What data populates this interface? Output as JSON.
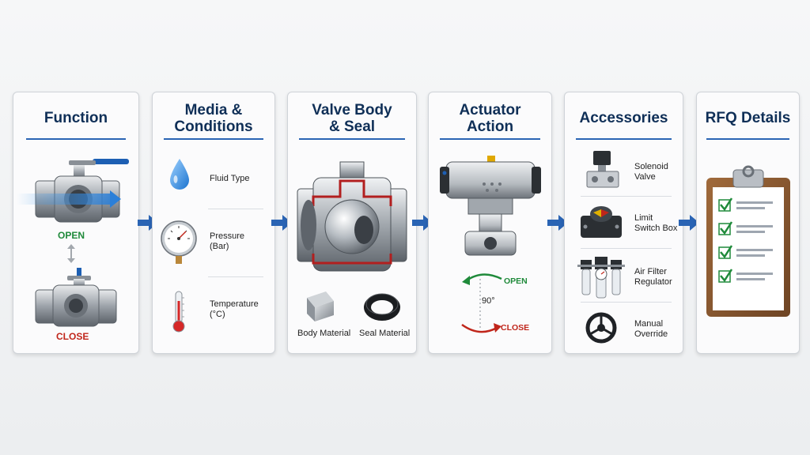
{
  "cards": {
    "function": {
      "title": "Function",
      "open_label": "OPEN",
      "close_label": "CLOSE"
    },
    "media": {
      "title": "Media &\nConditions",
      "items": [
        {
          "label": "Fluid Type",
          "icon": "water-drop-icon"
        },
        {
          "label": "Pressure\n(Bar)",
          "icon": "pressure-gauge-icon"
        },
        {
          "label": "Temperature\n(°C)",
          "icon": "thermometer-icon"
        }
      ]
    },
    "valve_body": {
      "title": "Valve Body\n& Seal",
      "body_label": "Body Material",
      "seal_label": "Seal Material"
    },
    "actuator": {
      "title": "Actuator\nAction",
      "open_label": "OPEN",
      "angle_label": "90°",
      "close_label": "CLOSE"
    },
    "accessories": {
      "title": "Accessories",
      "items": [
        {
          "label": "Solenoid\nValve",
          "icon": "solenoid-valve-icon"
        },
        {
          "label": "Limit\nSwitch Box",
          "icon": "limit-switch-box-icon"
        },
        {
          "label": "Air Filter\nRegulator",
          "icon": "air-filter-regulator-icon"
        },
        {
          "label": "Manual\nOverride",
          "icon": "handwheel-icon"
        }
      ]
    },
    "rfq": {
      "title": "RFQ Details",
      "icon": "clipboard-checklist-icon"
    }
  },
  "colors": {
    "title": "#0f2f57",
    "accent": "#2a64b4",
    "open": "#1f8a3a",
    "close": "#c0261b"
  }
}
